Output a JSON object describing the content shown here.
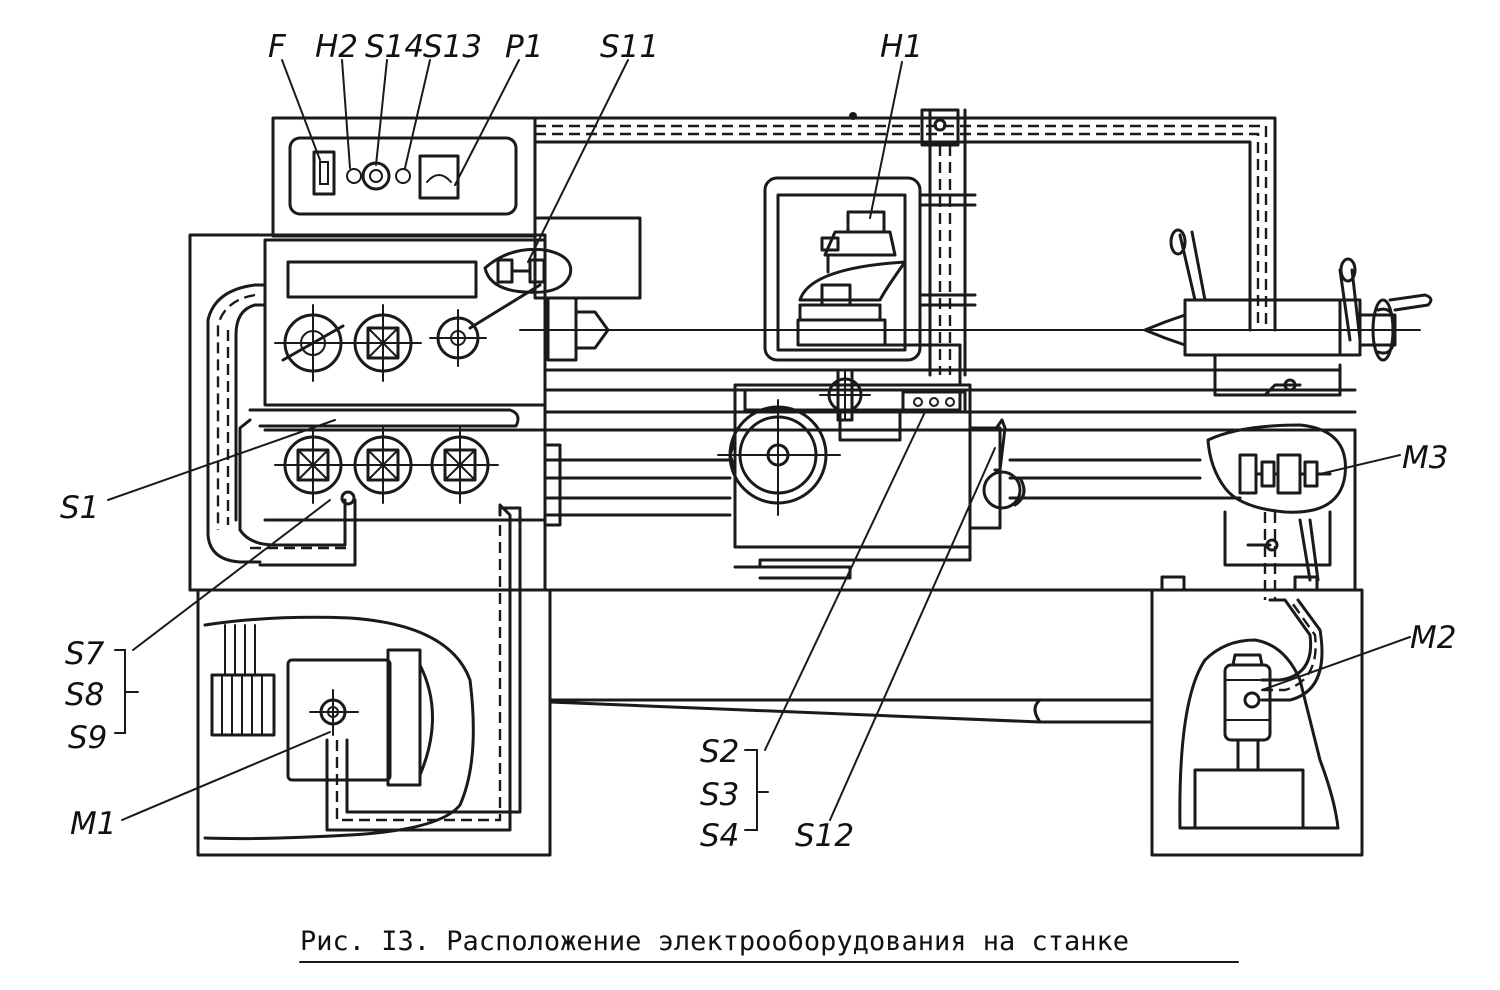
{
  "diagram": {
    "caption": "Рис. I3. Расположение электрооборудования на станке",
    "labels": {
      "F": "F",
      "H2": "H2",
      "S14": "S14",
      "S13": "S13",
      "P1": "P1",
      "S11": "S11",
      "H1": "H1",
      "S1": "S1",
      "M3": "M3",
      "S7": "S7",
      "S8": "S8",
      "S9": "S9",
      "M2": "M2",
      "M1": "M1",
      "S2": "S2",
      "S3": "S3",
      "S4": "S4",
      "S12": "S12"
    },
    "colors": {
      "ink": "#1a1a1a",
      "paper": "#ffffff"
    }
  }
}
